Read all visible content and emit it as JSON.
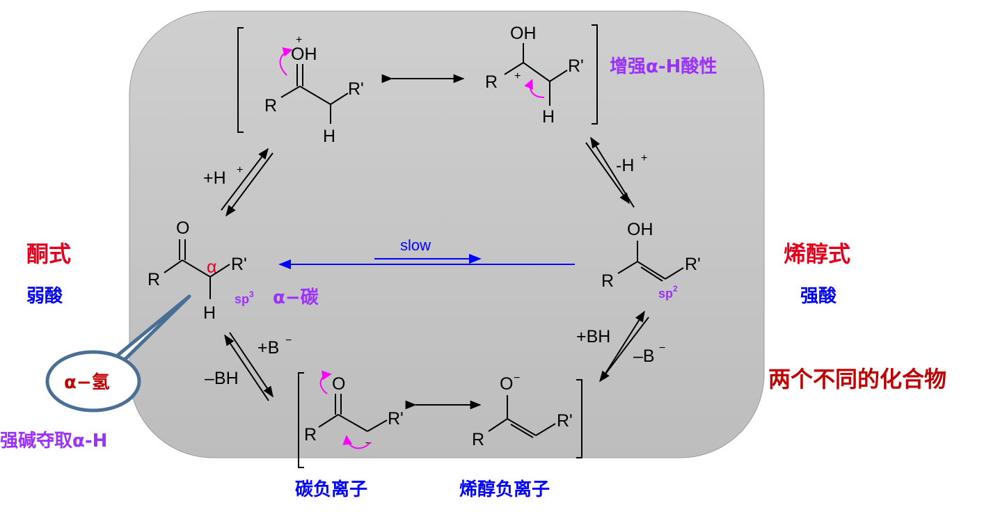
{
  "colors": {
    "panel": "#c8c8c8",
    "red": "#e0001b",
    "blue": "#0000ff",
    "purple": "#9b30ff",
    "magenta": "#ff00ff",
    "darkred": "#c00000",
    "callout": "#4a6f95"
  },
  "labels": {
    "ketone_form": "酮式",
    "weak_acid": "弱酸",
    "enol_form": "烯醇式",
    "strong_acid": "强酸",
    "two_compounds": "两个不同的化合物",
    "alpha_hydrogen": "α−氢",
    "strong_base": "强碱夺取α-H",
    "enhance_acidity": "增强α-H酸性",
    "alpha_carbon": "α−碳",
    "carbanion": "碳负离子",
    "enolate": "烯醇负离子",
    "slow": "slow"
  },
  "atoms": {
    "R": "R",
    "Rp": "R'",
    "H": "H",
    "O": "O",
    "OH": "OH",
    "plus": "+",
    "minus": "−",
    "alpha": "α",
    "sp3": "sp",
    "sp3_sup": "3",
    "sp2": "sp",
    "sp2_sup": "2"
  },
  "conditions": {
    "plus_h": "+H",
    "minus_h": "-H",
    "plus_b": "+B",
    "minus_bh": "–BH",
    "plus_bh": "+BH",
    "minus_b": "–B",
    "sup_plus": "+",
    "sup_minus": "−"
  }
}
